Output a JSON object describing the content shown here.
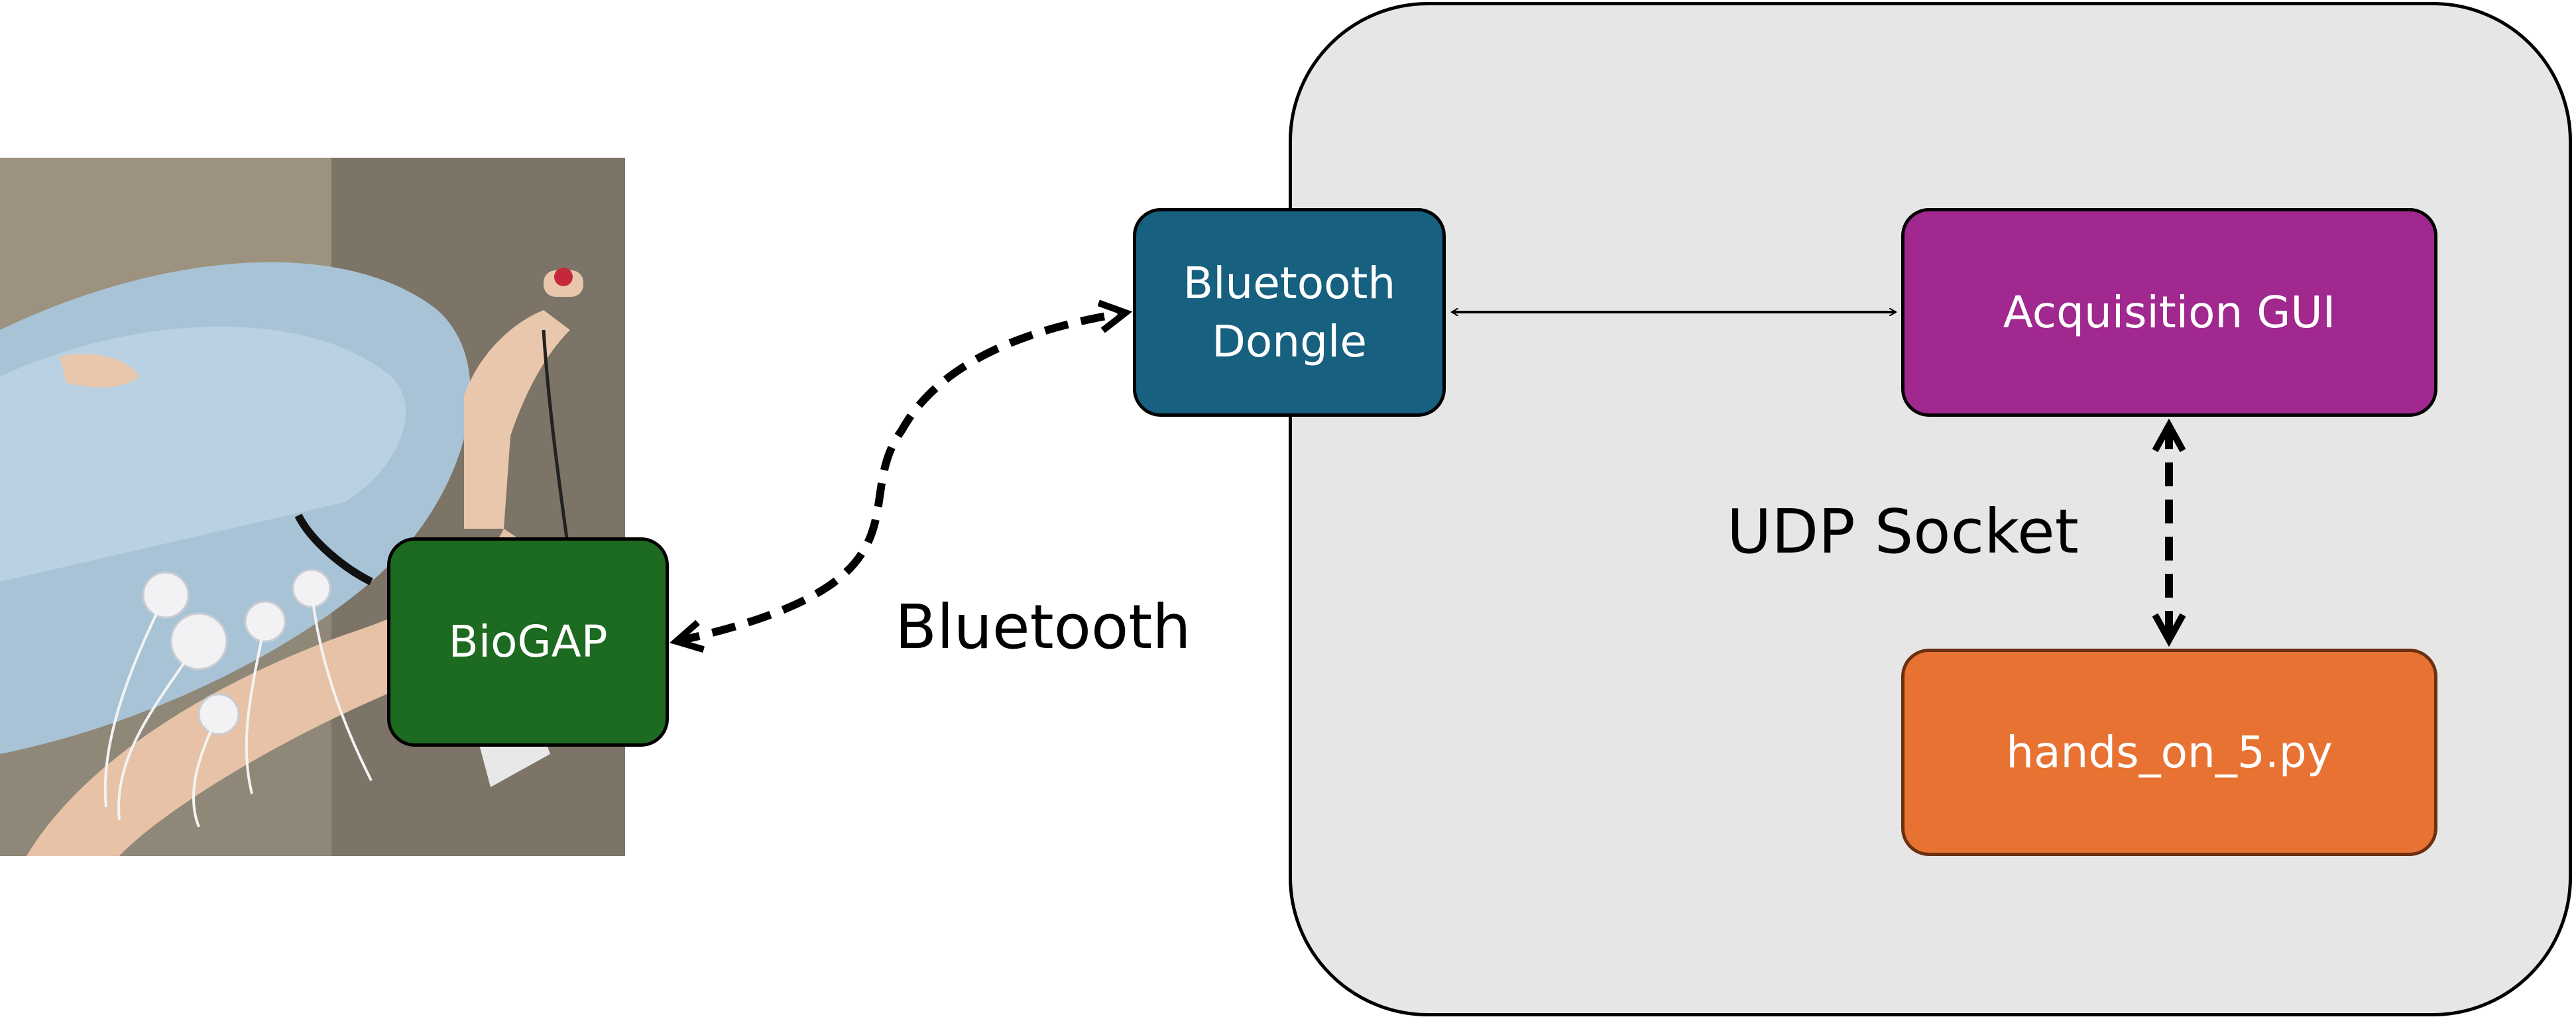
{
  "nodes": {
    "biogap": "BioGAP",
    "dongle_line1": "Bluetooth",
    "dongle_line2": "Dongle",
    "acquisition": "Acquisition GUI",
    "script": "hands_on_5.py"
  },
  "edges": {
    "bluetooth_label": "Bluetooth",
    "udp_label": "UDP Socket"
  },
  "colors": {
    "biogap": "#1d6a21",
    "dongle": "#17607f",
    "acquisition": "#a0288e",
    "script": "#e87232",
    "container": "#e6e6e6"
  },
  "photo": {
    "description_icon": "arm-with-electrodes-photo"
  }
}
